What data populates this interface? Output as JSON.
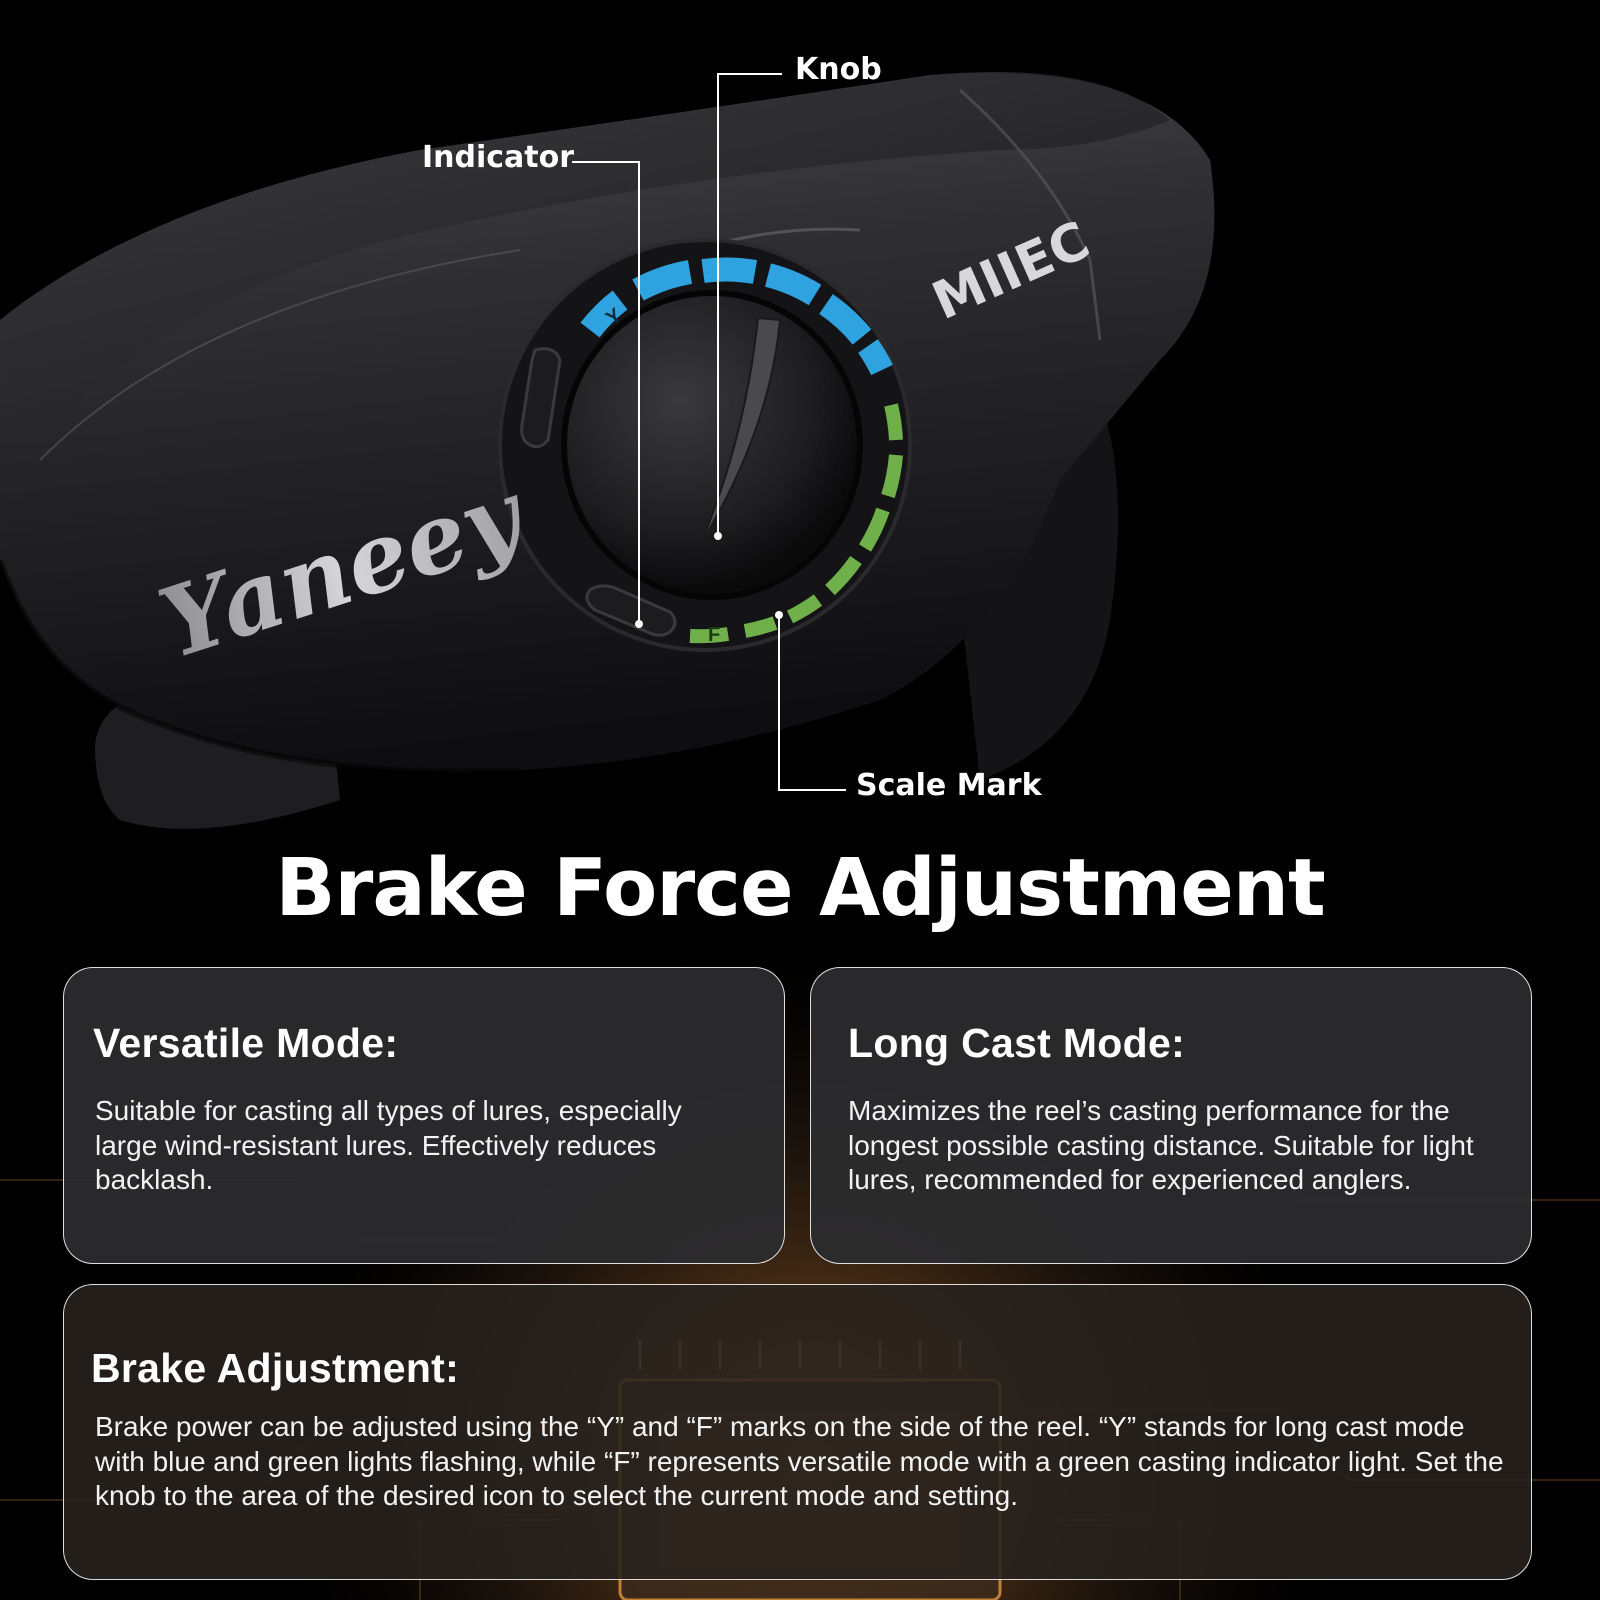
{
  "product_image": {
    "callouts": {
      "knob": "Knob",
      "indicator": "Indicator",
      "scale_mark": "Scale Mark"
    },
    "dial_marks": {
      "y": "Y",
      "f": "F"
    },
    "logos": {
      "brand_script": "Yaneey",
      "badge": "MIIEC"
    },
    "colors": {
      "scale_blue": "#2ea3e0",
      "scale_green": "#6fb04a"
    }
  },
  "headline": "Brake Force Adjustment",
  "cards": {
    "versatile": {
      "title": "Versatile Mode:",
      "body": "Suitable for casting all types of lures, especially large wind-resistant lures. Effectively reduces backlash."
    },
    "long_cast": {
      "title": "Long Cast Mode:",
      "body": "Maximizes the reel’s casting performance for the longest possible casting distance. Suitable for light lures, recommended for experienced anglers."
    },
    "brake": {
      "title": "Brake Adjustment:",
      "body": "Brake power can be adjusted using the “Y” and “F” marks on the side of the reel. “Y” stands for long cast mode with blue and green lights flashing, while “F” represents versatile mode with a green casting indicator light. Set the knob to the area of the desired icon to select the current mode and setting."
    }
  }
}
